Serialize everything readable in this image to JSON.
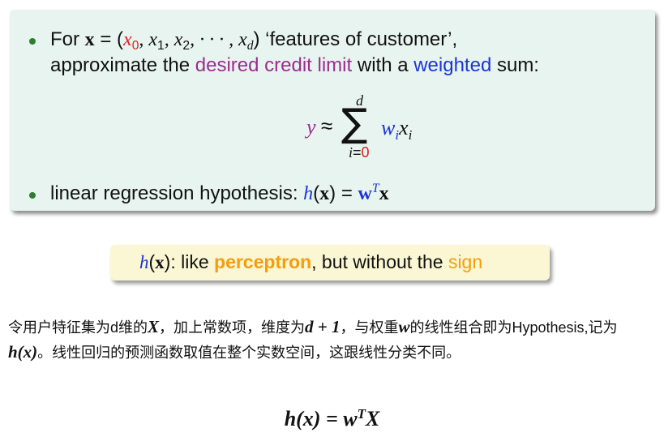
{
  "slide": {
    "bullet1_line1": {
      "for": "For",
      "x_bold": "x",
      "eq": "=",
      "lparen": "(",
      "x0": "x",
      "x0_sub": "0",
      "x1": ", x",
      "x1_sub": "1",
      "x2": ", x",
      "x2_sub": "2",
      "dots": ", · · · , x",
      "xd_sub": "d",
      "tail": ") ‘features of customer’,"
    },
    "bullet1_line2": {
      "pre": "approximate the ",
      "desired": "desired credit limit",
      "mid": " with a ",
      "weighted": "weighted",
      "post": " sum:"
    },
    "formula": {
      "y": "y",
      "approx": "≈",
      "upper": "d",
      "sigma": "∑",
      "lower_i": "i",
      "lower_eq": "=",
      "lower_zero": "0",
      "w": "w",
      "w_sub": "i",
      "x": "x",
      "x_sub": "i"
    },
    "bullet2": {
      "pre": "linear regression hypothesis: ",
      "h": "h",
      "lp": "(",
      "x": "x",
      "rp": ")",
      "eq": " = ",
      "w": "w",
      "T": "T",
      "x2": "x"
    }
  },
  "note": {
    "h": "h",
    "lp": "(",
    "x": "x",
    "rp": "): like ",
    "perceptron": "perceptron",
    "mid": ", but without the ",
    "sign": "sign"
  },
  "paragraph": {
    "p1": "令用户特征集为d维的",
    "X1": "X",
    "p2": "，加上常数项，维度为",
    "d_plus_1": "d + 1",
    "p3": "，与权重",
    "w": "w",
    "p4": "的线性组合即为Hypothesis,记为",
    "hx": "h(x)",
    "p5": "。线性回归的预测函数取值在整个实数空间，这跟线性分类不同。"
  },
  "formula_bottom": {
    "lhs": "h(x) = w",
    "T": "T",
    "X": "X"
  },
  "colors": {
    "red": "#e0201f",
    "blue": "#1a35d8",
    "purple": "#9b2d8e",
    "orange": "#f59d0d",
    "bullet": "#2e7d32",
    "slide_bg": "#e8f4ef",
    "note_bg": "#fbf6d3"
  }
}
